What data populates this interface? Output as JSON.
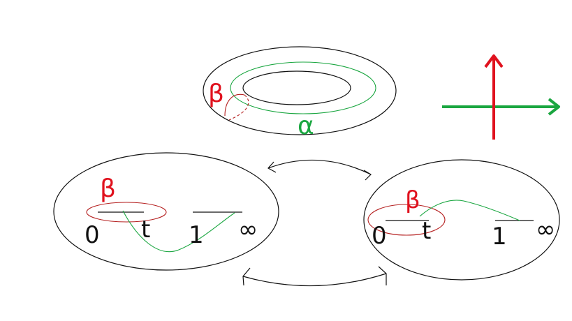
{
  "colors": {
    "red": "#e0121e",
    "green": "#1aa640",
    "dark_red": "#b52020",
    "black": "#111111",
    "background": "#ffffff"
  },
  "torus": {
    "beta_label": "β",
    "alpha_label": "α"
  },
  "left_disk": {
    "beta_label": "β",
    "zero_label": "0",
    "t_label": "t",
    "one_label": "1",
    "infinity_label": "∞"
  },
  "right_disk": {
    "beta_label": "β",
    "zero_label": "0",
    "t_label": "t",
    "one_label": "1",
    "infinity_label": "∞"
  },
  "arrows": {
    "top_double_arrow": "curved-double-arrow",
    "bottom_double_arrow": "curved-double-arrow"
  },
  "axes_icon": {
    "vertical": "red-up-arrow",
    "horizontal": "green-right-arrow"
  }
}
